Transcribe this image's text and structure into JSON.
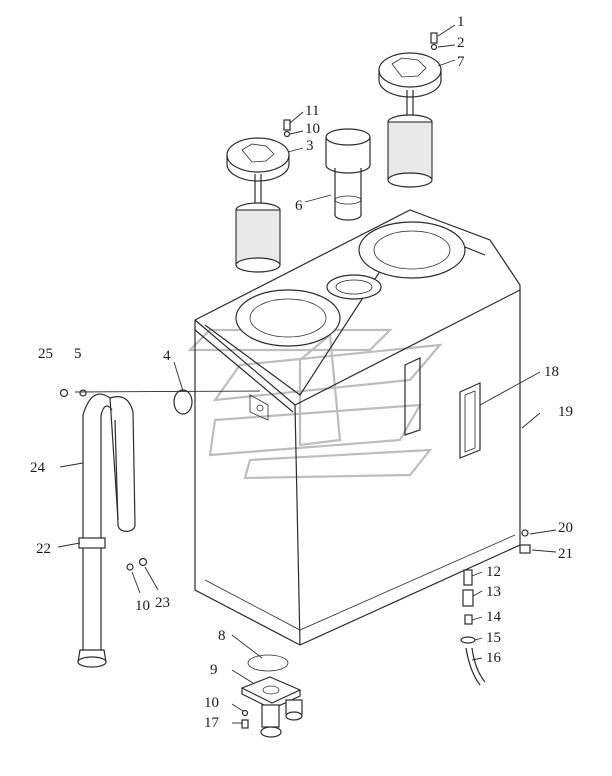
{
  "diagram": {
    "callouts": [
      {
        "id": "1",
        "text": "1"
      },
      {
        "id": "2",
        "text": "2"
      },
      {
        "id": "3",
        "text": "3"
      },
      {
        "id": "4",
        "text": "4"
      },
      {
        "id": "5",
        "text": "5"
      },
      {
        "id": "6",
        "text": "6"
      },
      {
        "id": "7",
        "text": "7"
      },
      {
        "id": "8",
        "text": "8"
      },
      {
        "id": "9",
        "text": "9"
      },
      {
        "id": "10a",
        "text": "10"
      },
      {
        "id": "10b",
        "text": "10"
      },
      {
        "id": "10c",
        "text": "10"
      },
      {
        "id": "11",
        "text": "11"
      },
      {
        "id": "12",
        "text": "12"
      },
      {
        "id": "13",
        "text": "13"
      },
      {
        "id": "14",
        "text": "14"
      },
      {
        "id": "15",
        "text": "15"
      },
      {
        "id": "16",
        "text": "16"
      },
      {
        "id": "17",
        "text": "17"
      },
      {
        "id": "18",
        "text": "18"
      },
      {
        "id": "19",
        "text": "19"
      },
      {
        "id": "20",
        "text": "20"
      },
      {
        "id": "21",
        "text": "21"
      },
      {
        "id": "22",
        "text": "22"
      },
      {
        "id": "23",
        "text": "23"
      },
      {
        "id": "24",
        "text": "24"
      },
      {
        "id": "25",
        "text": "25"
      }
    ]
  }
}
